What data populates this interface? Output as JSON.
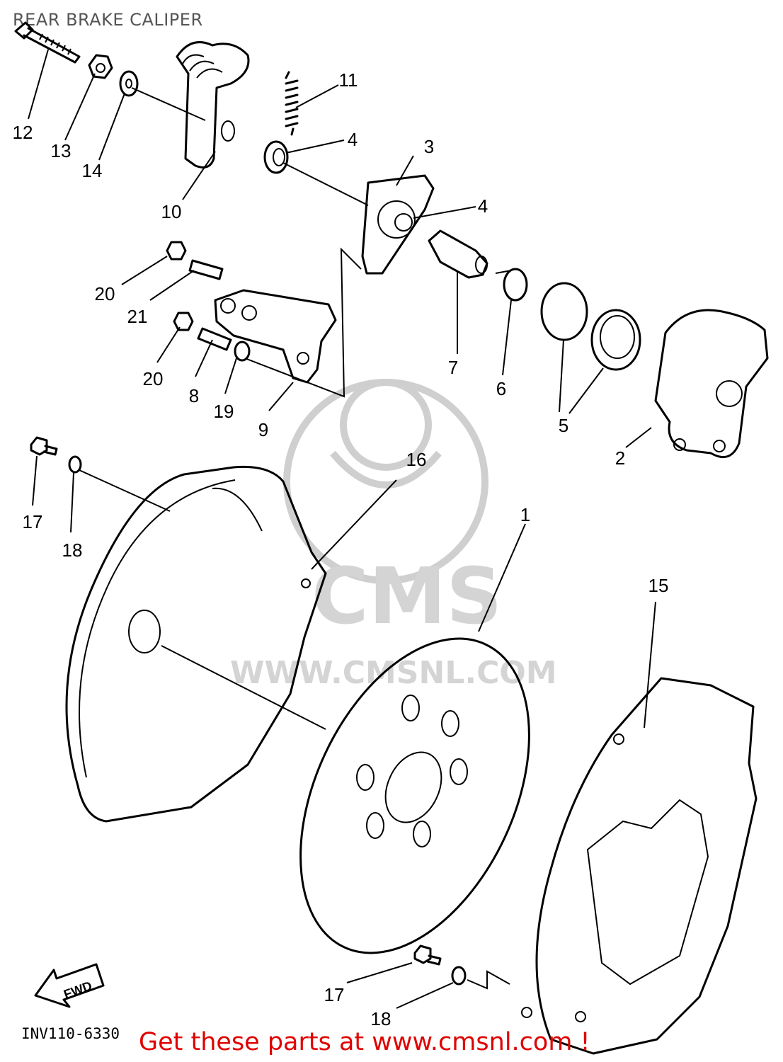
{
  "title": "REAR BRAKE CALIPER",
  "drawing_code": "INV110-6330",
  "fwd_arrow_label": "FWD",
  "footer_link": "Get these parts at www.cmsnl.com !",
  "watermark": {
    "brand": "CMS",
    "url": "WWW.CMSNL.COM"
  },
  "callouts": {
    "c1": "1",
    "c2": "2",
    "c3": "3",
    "c4a": "4",
    "c4b": "4",
    "c5": "5",
    "c6": "6",
    "c7": "7",
    "c8": "8",
    "c9": "9",
    "c10": "10",
    "c11": "11",
    "c12": "12",
    "c13": "13",
    "c14": "14",
    "c15": "15",
    "c16": "16",
    "c17a": "17",
    "c17b": "17",
    "c18a": "18",
    "c18b": "18",
    "c19": "19",
    "c20a": "20",
    "c20b": "20",
    "c21": "21"
  },
  "colors": {
    "link": "#e00000",
    "watermark": "#cfcfcf"
  }
}
